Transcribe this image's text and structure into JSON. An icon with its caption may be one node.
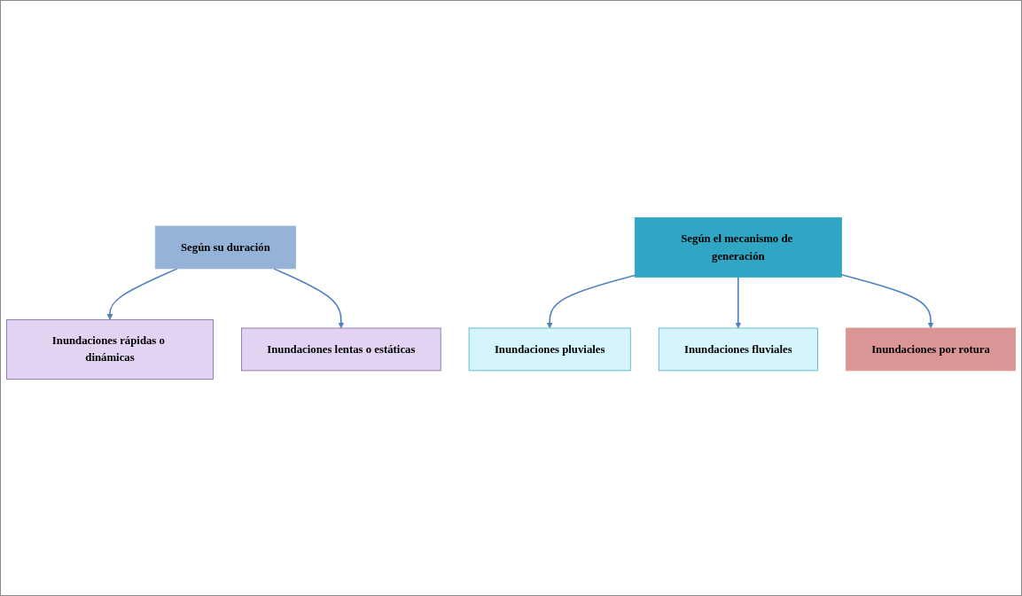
{
  "diagram": {
    "nodes": [
      {
        "text": [
          "Inundaciones rápidas o dinámicas"
        ]
      },
      {
        "text": [
          "Según su duración"
        ]
      },
      {
        "text": [
          "Inundaciones lentas o estáticas"
        ]
      },
      {
        "text": [
          "Inundaciones pluviales"
        ]
      },
      {
        "text": [
          "Según el mecanismo de generación"
        ]
      },
      {
        "text": [
          "Inundaciones fluviales"
        ]
      },
      {
        "text": [
          "Inundaciones por rotura"
        ]
      }
    ],
    "edges": [
      {
        "from": 1,
        "to": 0,
        "arrow": "to"
      },
      {
        "from": 1,
        "to": 2,
        "arrow": "to"
      },
      {
        "from": 4,
        "to": 3,
        "arrow": "to"
      },
      {
        "from": 4,
        "to": 5,
        "arrow": "to"
      },
      {
        "from": 4,
        "to": 6,
        "arrow": "to"
      }
    ]
  }
}
